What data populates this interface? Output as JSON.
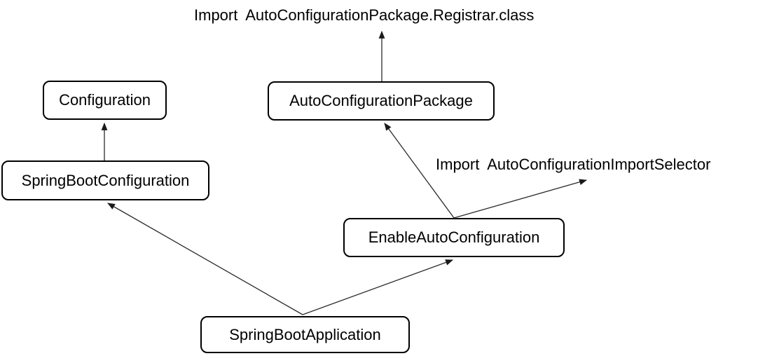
{
  "diagram": {
    "nodes": {
      "configuration": {
        "label": "Configuration"
      },
      "autoConfigurationPackage": {
        "label": "AutoConfigurationPackage"
      },
      "springBootConfiguration": {
        "label": "SpringBootConfiguration"
      },
      "enableAutoConfiguration": {
        "label": "EnableAutoConfiguration"
      },
      "springBootApplication": {
        "label": "SpringBootApplication"
      }
    },
    "annotations": {
      "registrar": {
        "text": "Import AutoConfigurationPackage.Registrar.class"
      },
      "selector": {
        "text": "Import AutoConfigurationImportSelector"
      }
    },
    "edges": [
      {
        "from": "SpringBootConfiguration",
        "to": "Configuration"
      },
      {
        "from": "AutoConfigurationPackage",
        "to": "Import AutoConfigurationPackage.Registrar.class"
      },
      {
        "from": "EnableAutoConfiguration",
        "to": "AutoConfigurationPackage"
      },
      {
        "from": "EnableAutoConfiguration",
        "to": "Import AutoConfigurationImportSelector"
      },
      {
        "from": "SpringBootApplication",
        "to": "SpringBootConfiguration"
      },
      {
        "from": "SpringBootApplication",
        "to": "EnableAutoConfiguration"
      }
    ],
    "colors": {
      "background": "#ffffff",
      "line": "#2b2b2b",
      "box_border": "#000000",
      "text": "#000000"
    }
  }
}
